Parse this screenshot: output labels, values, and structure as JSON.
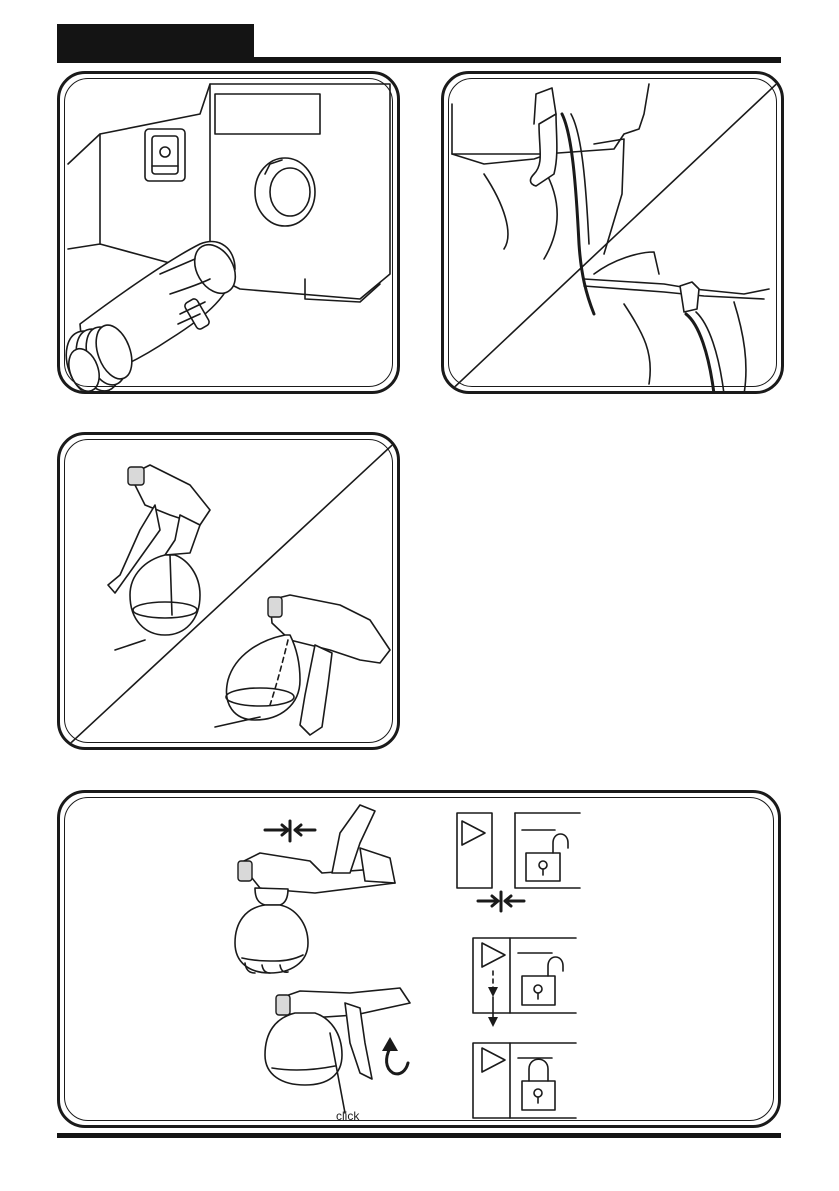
{
  "page": {
    "header_tab_label": "",
    "colors": {
      "ink": "#1a1a1a",
      "paper": "#ffffff"
    }
  },
  "figures": {
    "fig1": {
      "description_icon": "sprayer-hose-connection-illustration"
    },
    "fig2": {
      "description_icon": "hose-clip-storage-illustration"
    },
    "fig3": {
      "description_icon": "spray-gun-container-fill-illustration"
    },
    "fig4": {
      "description_icon": "spray-attachment-lock-illustration",
      "click_label": "click"
    }
  }
}
